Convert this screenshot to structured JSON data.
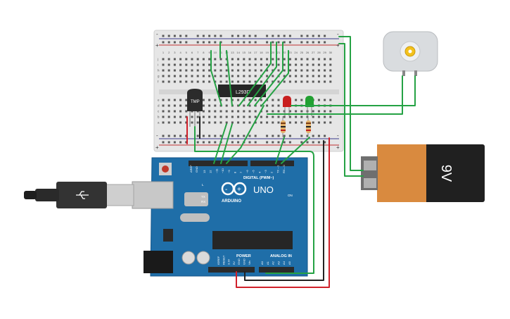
{
  "breadboard": {
    "rail_plus": "+",
    "rail_minus": "-",
    "row_letters_top": [
      "j",
      "i",
      "h",
      "g",
      "f"
    ],
    "row_letters_bottom": [
      "e",
      "d",
      "c",
      "b",
      "a"
    ],
    "column_numbers": [
      "1",
      "2",
      "3",
      "4",
      "5",
      "6",
      "7",
      "8",
      "9",
      "10",
      "11",
      "12",
      "13",
      "14",
      "15",
      "16",
      "17",
      "18",
      "19",
      "20",
      "21",
      "22",
      "23",
      "24",
      "25",
      "26",
      "27",
      "28",
      "29",
      "30"
    ]
  },
  "components": {
    "sensor_label": "TMP",
    "driver_label": "L293D",
    "battery_label": "9V",
    "led_colors": {
      "red": "#c81e1e",
      "green": "#22a032"
    },
    "motor_gear_color": "#f3c11c"
  },
  "arduino": {
    "logo_text": "ARDUINO",
    "model": "UNO",
    "digital_label": "DIGITAL (PWM~)",
    "power_label": "POWER",
    "analog_label": "ANALOG IN",
    "on_label": "ON",
    "tx_label": "TX",
    "rx_label": "RX",
    "l_label": "L",
    "aref_label": "AREF",
    "gnd_label": "GND",
    "digital_pins": [
      "13",
      "12",
      "~11",
      "~10",
      "~9",
      "8",
      "7",
      "~6",
      "~5",
      "4",
      "~3",
      "2",
      "TX→1",
      "RX←0"
    ],
    "power_pins": [
      "IOREF",
      "RESET",
      "3.3V",
      "5V",
      "GND",
      "GND",
      "Vin"
    ],
    "analog_pins": [
      "A0",
      "A1",
      "A2",
      "A3",
      "A4",
      "A5"
    ],
    "board_color": "#1f6ea8"
  },
  "wires": {
    "green": "#25a244",
    "red": "#d0202a",
    "black": "#222222"
  }
}
